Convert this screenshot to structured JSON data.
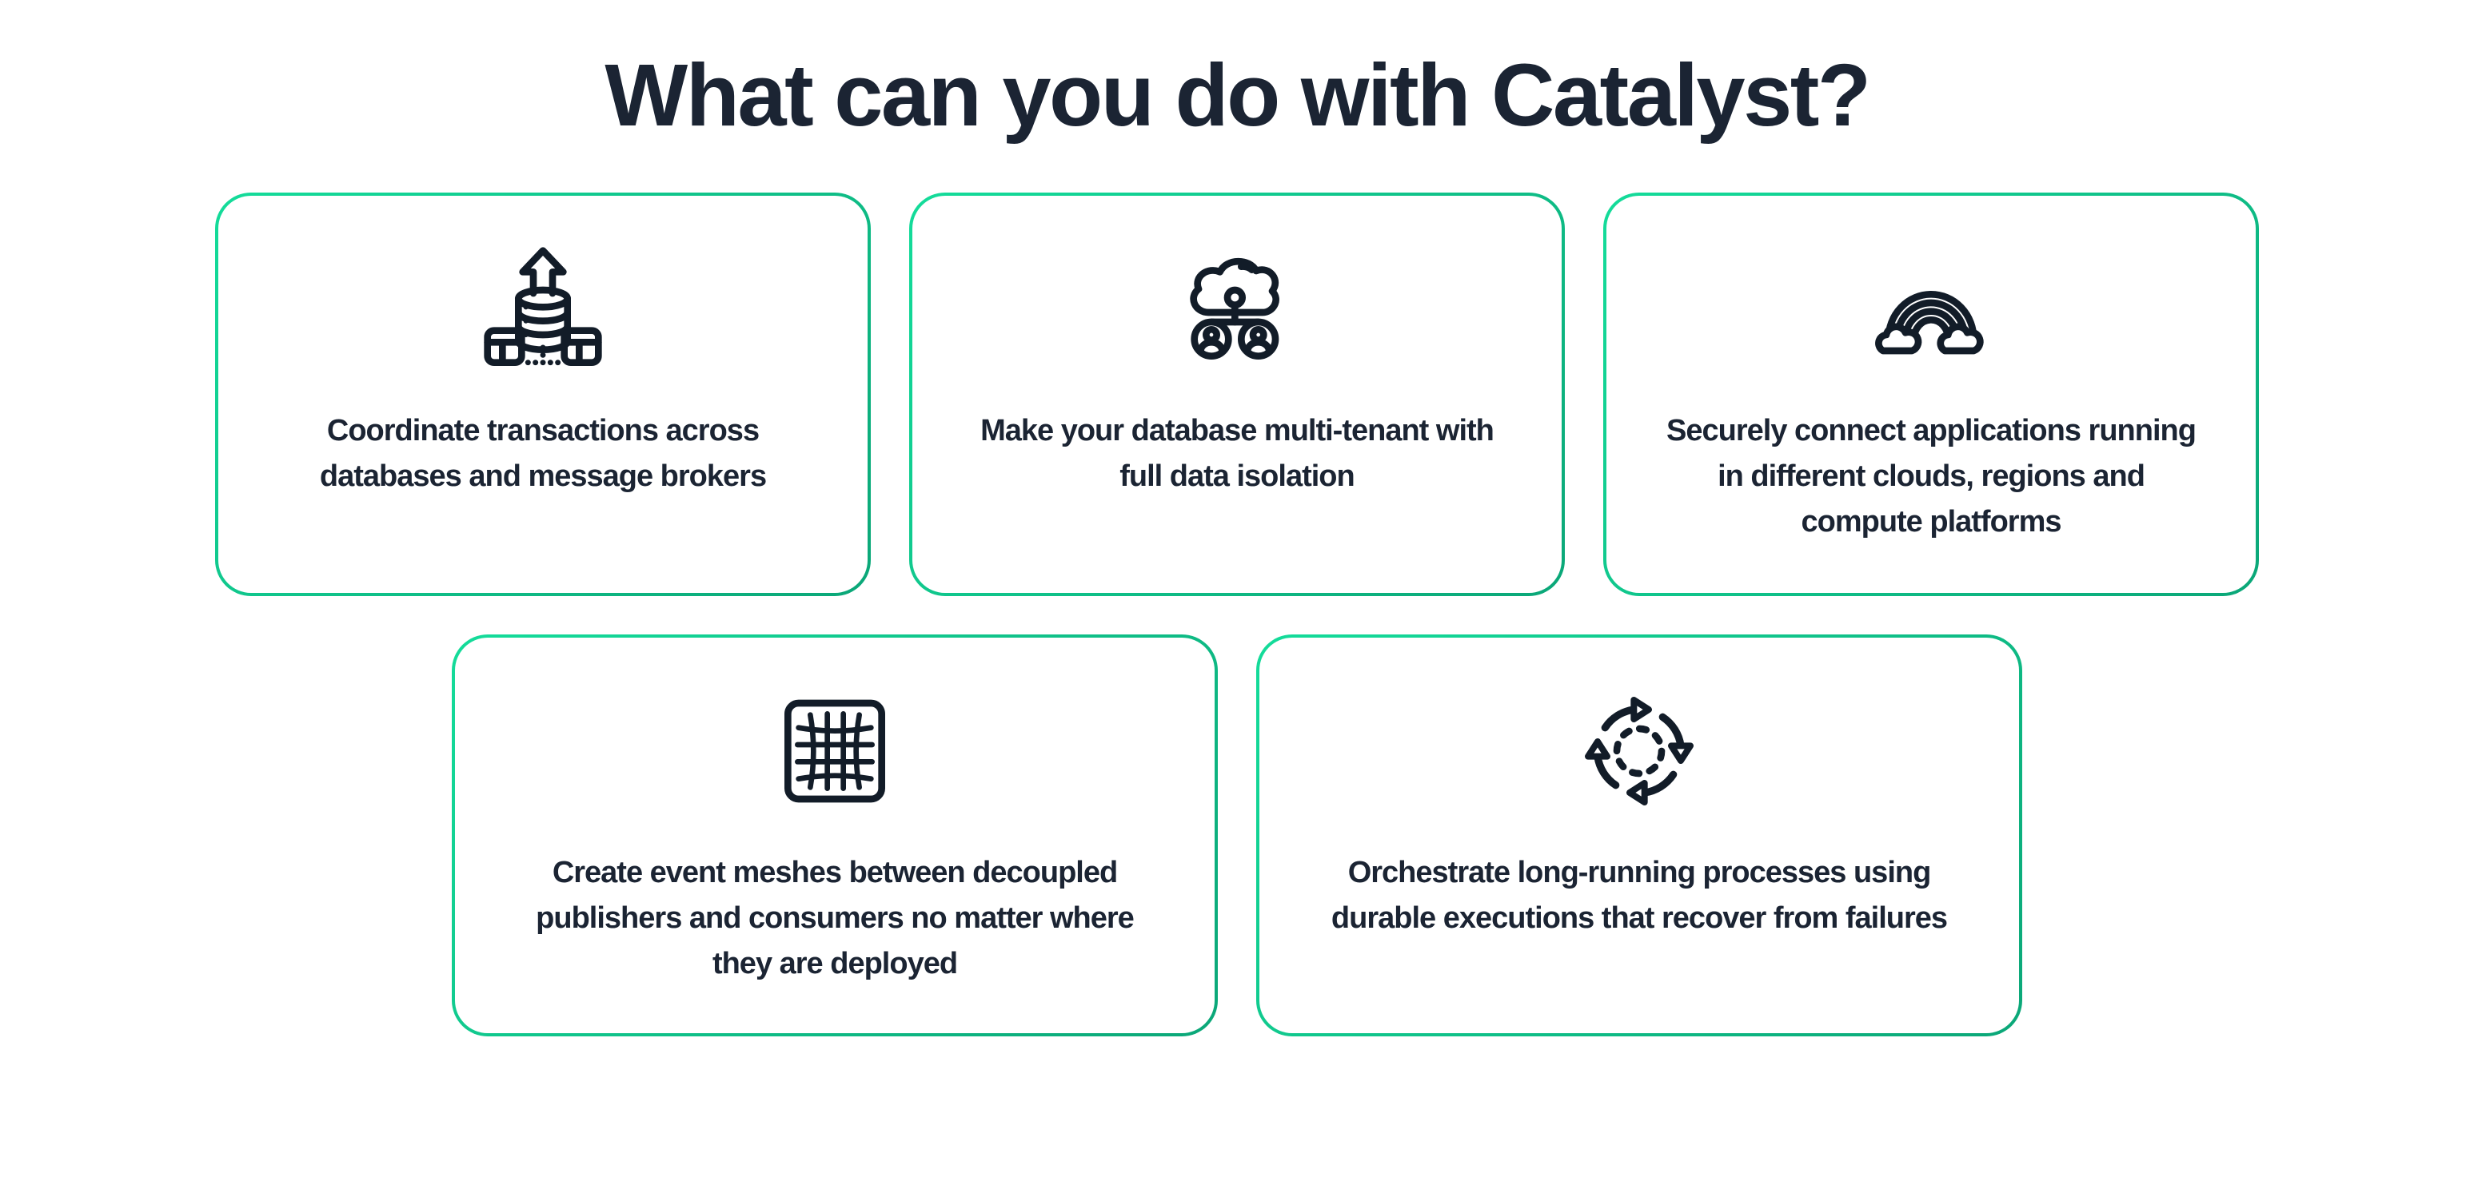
{
  "page": {
    "title": "What can you do with Catalyst?"
  },
  "theme": {
    "background": "#ffffff",
    "heading_color": "#1b2433",
    "card_text_color": "#1b2433",
    "icon_color": "#121c28",
    "card_border_gradient_start": "#14dc9a",
    "card_border_gradient_end": "#0ba778"
  },
  "cards": [
    {
      "id": "coordinate-transactions",
      "icon": "database-transactions-icon",
      "lines": [
        "Coordinate transactions across",
        "databases and message brokers"
      ]
    },
    {
      "id": "multi-tenant-database",
      "icon": "cloud-multi-tenant-icon",
      "lines": [
        "Make your database multi-tenant with",
        "full data isolation"
      ]
    },
    {
      "id": "securely-connect",
      "icon": "rainbow-clouds-icon",
      "lines": [
        "Securely connect applications running",
        "in different clouds, regions and",
        "compute platforms"
      ]
    },
    {
      "id": "event-meshes",
      "icon": "event-mesh-grid-icon",
      "lines": [
        "Create event meshes between decoupled",
        "publishers and consumers no matter where",
        "they are deployed"
      ]
    },
    {
      "id": "durable-executions",
      "icon": "cycle-arrows-icon",
      "lines": [
        "Orchestrate long-running processes using",
        "durable executions that recover from failures"
      ]
    }
  ]
}
